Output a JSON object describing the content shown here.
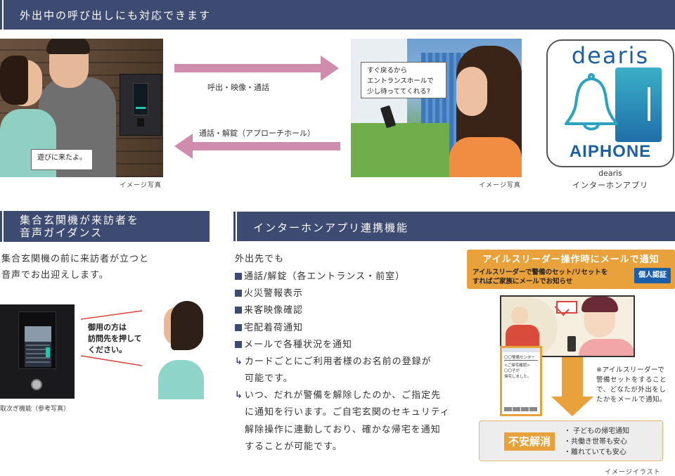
{
  "section1": {
    "title": "外出中の呼び出しにも対応できます",
    "left_photo": {
      "bubble": "遊びに来たよ。",
      "caption": "イメージ写真"
    },
    "arrow_right_label": "呼出・映像・通話",
    "arrow_left_label": "通話・解錠（アプローチホール）",
    "right_photo": {
      "bubble_lines": [
        "すぐ戻るから",
        "エントランスホールで",
        "少し待っててくれる?"
      ],
      "caption": "イメージ写真"
    },
    "app_icon": {
      "brand": "dearis",
      "maker": "AIPHONE",
      "caption_line1": "dearis",
      "caption_line2": "インターホンアプリ"
    }
  },
  "section2": {
    "title_line1": "集合玄関機が来訪者を",
    "title_line2": "音声ガイダンス",
    "body_line1": "集合玄関機の前に来訪者が立つと",
    "body_line2": "音声でお出迎えします。",
    "speech_lines": [
      "御用の方は",
      "訪問先を押して",
      "ください。"
    ],
    "caption": "取次ぎ機能（参考写真）"
  },
  "section3": {
    "title": "インターホンアプリ連携機能",
    "intro": "外出先でも",
    "features": [
      "通話/解錠（各エントランス・前室）",
      "火災警報表示",
      "来客映像確認",
      "宅配着荷通知",
      "メールで各種状況を通知"
    ],
    "note1_lines": [
      "カードごとにご利用者様のお名前の登録が",
      "可能です。"
    ],
    "note2_lines": [
      "いつ、だれが警備を解除したのか、ご指定先",
      "に通知を行います。ご自宅玄関のセキュリティ",
      "解除操作に連動しており、確かな帰宅を通知",
      "することが可能です。"
    ]
  },
  "notify_panel": {
    "title": "アイルスリーダー操作時にメールで通知",
    "sub_line1": "アイルスリーダーで警備のセット/リセットを",
    "sub_line2": "すればご家族にメールでお知らせ",
    "badge": "個人認証",
    "phone_lines": [
      "〇〇警備センター",
      "<ご帰宅確認>",
      "〇〇子が",
      "帰宅しました。"
    ],
    "side_note_lines": [
      "※アイルスリーダーで",
      "警備セットをすること",
      "で、どなたが外出をし",
      "たかをメールで通知。"
    ],
    "relief_label": "不安解消",
    "relief_points": [
      "・ 子どもの帰宅通知",
      "・共働き世帯も安心",
      "・離れていても安心"
    ],
    "caption": "イメージイラスト"
  },
  "colors": {
    "header_bg": "#3d4a72",
    "arrow": "#d08cad",
    "orange": "#e9a13b",
    "badge_blue": "#1b5fa8",
    "app_blue": "#1e5fa0"
  }
}
